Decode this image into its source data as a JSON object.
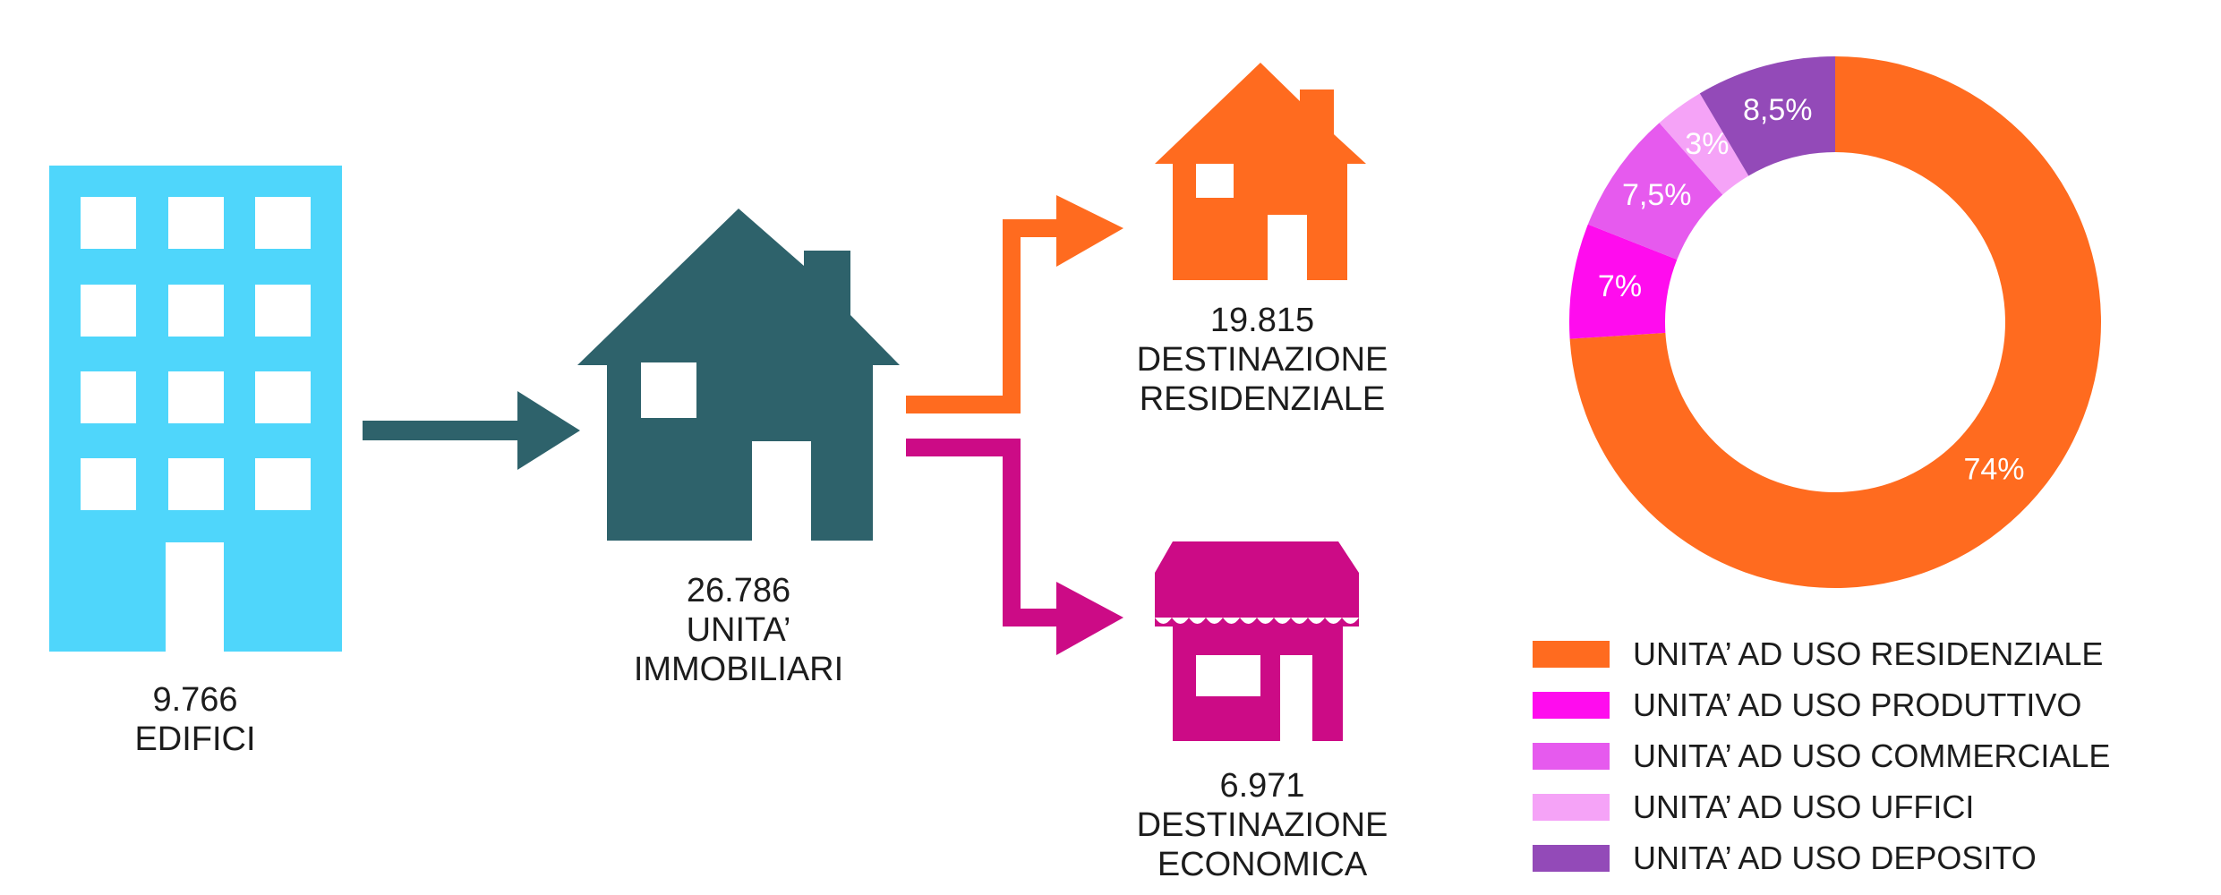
{
  "flow": {
    "buildings": {
      "value": "9.766",
      "label": "EDIFICI"
    },
    "units": {
      "value": "26.786",
      "label_line1": "UNITA’",
      "label_line2": "IMMOBILIARI"
    },
    "residential": {
      "value": "19.815",
      "label_line1": "DESTINAZIONE",
      "label_line2": "RESIDENZIALE"
    },
    "economic": {
      "value": "6.971",
      "label_line1": "DESTINAZIONE",
      "label_line2": "ECONOMICA"
    }
  },
  "icons": {
    "building": "building-icon",
    "house_main": "house-icon",
    "house_residential": "house-icon",
    "shop": "shop-icon",
    "arrow": "arrow-right-icon"
  },
  "colors": {
    "building": "#4fd6fb",
    "house_main": "#2e626b",
    "residential": "#ff6b1f",
    "economic": "#cc0b86",
    "label_text": "#1c1c1c"
  },
  "chart_data": {
    "type": "pie",
    "variant": "donut",
    "series": [
      {
        "name": "UNITA’ AD USO RESIDENZIALE",
        "value": 74,
        "label": "74%",
        "color": "#ff6b1f"
      },
      {
        "name": "UNITA’ AD USO PRODUTTIVO",
        "value": 7,
        "label": "7%",
        "color": "#ff0cee"
      },
      {
        "name": "UNITA’ AD USO COMMERCIALE",
        "value": 7.5,
        "label": "7,5%",
        "color": "#e65aee"
      },
      {
        "name": "UNITA’ AD USO UFFICI",
        "value": 3,
        "label": "3%",
        "color": "#f5a3f7"
      },
      {
        "name": "UNITA’ AD USO DEPOSITO",
        "value": 8.5,
        "label": "8,5%",
        "color": "#934ab8"
      }
    ],
    "start_angle": "12 o'clock",
    "direction": "clockwise",
    "legend_position": "bottom"
  }
}
